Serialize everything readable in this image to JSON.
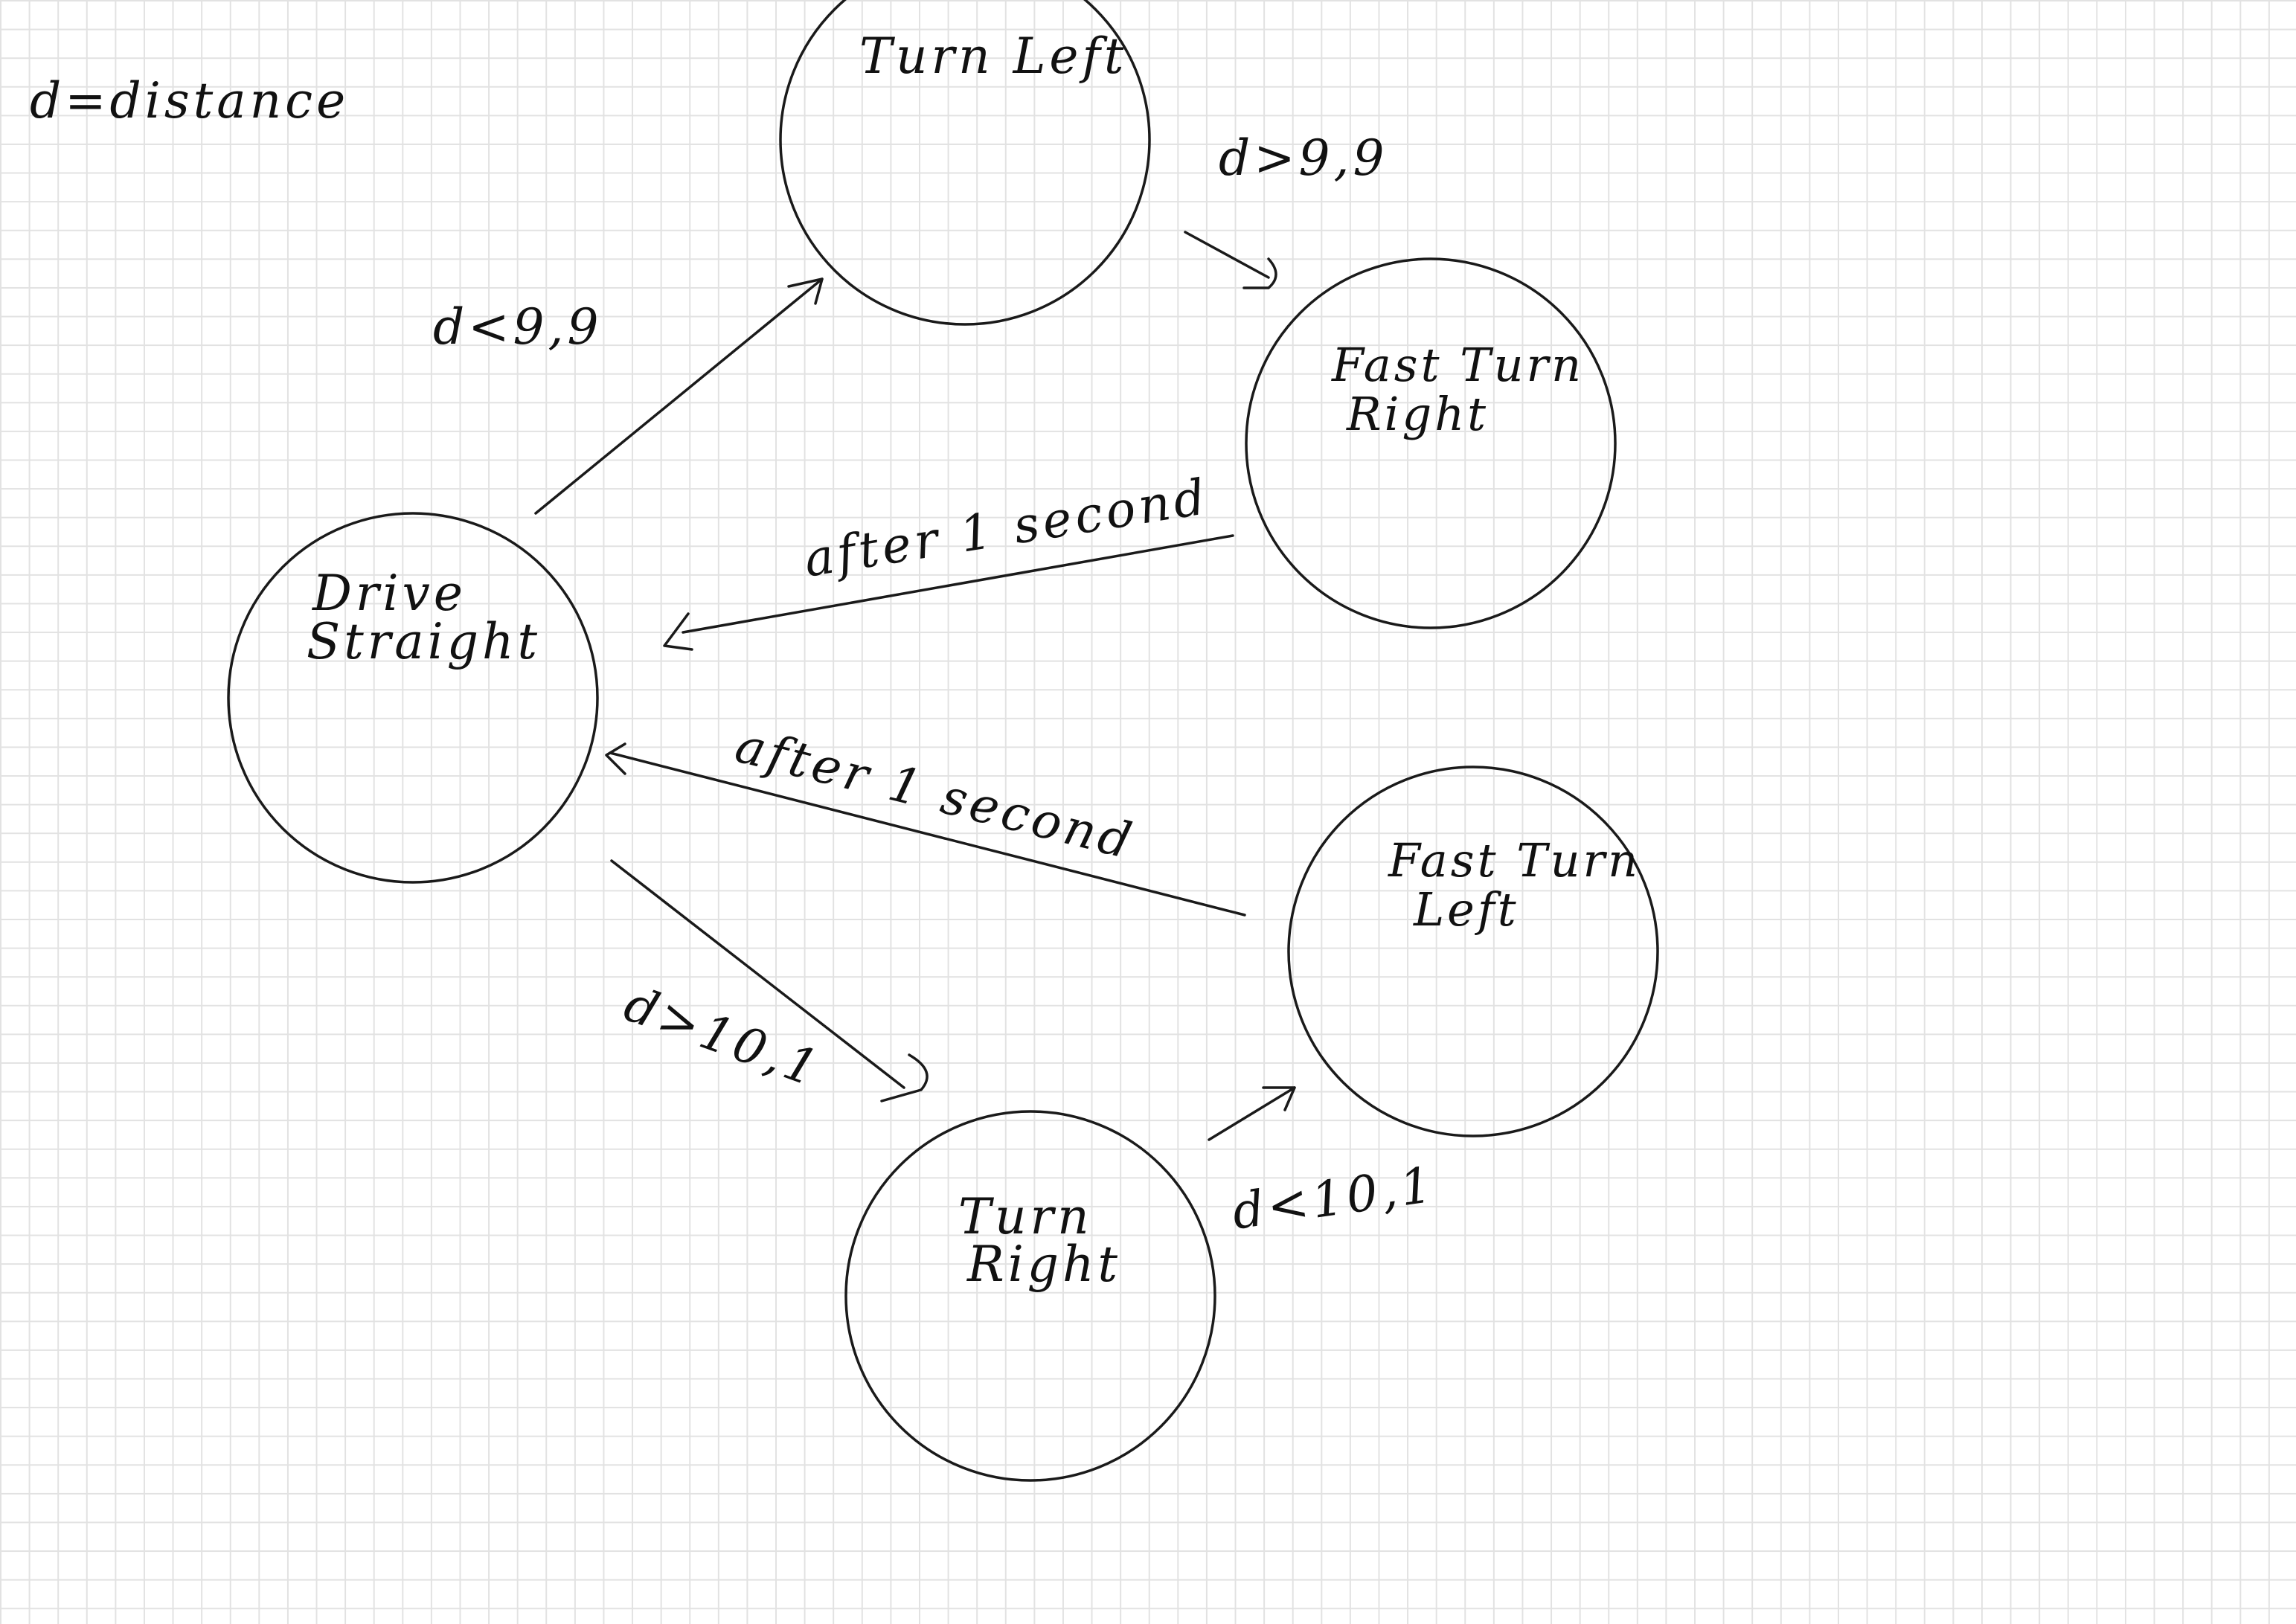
{
  "legend": "d=distance",
  "states": {
    "drive_straight": [
      "Drive",
      "Straight"
    ],
    "turn_left": [
      "Turn Left"
    ],
    "fast_turn_right": [
      "Fast Turn",
      "Right"
    ],
    "fast_turn_left": [
      "Fast Turn",
      "Left"
    ],
    "turn_right": [
      "Turn",
      "Right"
    ]
  },
  "transitions": {
    "drive_to_turn_left": "d<9,9",
    "turn_left_to_fast_turn_right": "d>9,9",
    "fast_turn_right_to_drive": "after 1 second",
    "fast_turn_left_to_drive": "after 1 second",
    "drive_to_turn_right": "d>10,1",
    "turn_right_to_fast_turn_left": "d<10,1"
  }
}
